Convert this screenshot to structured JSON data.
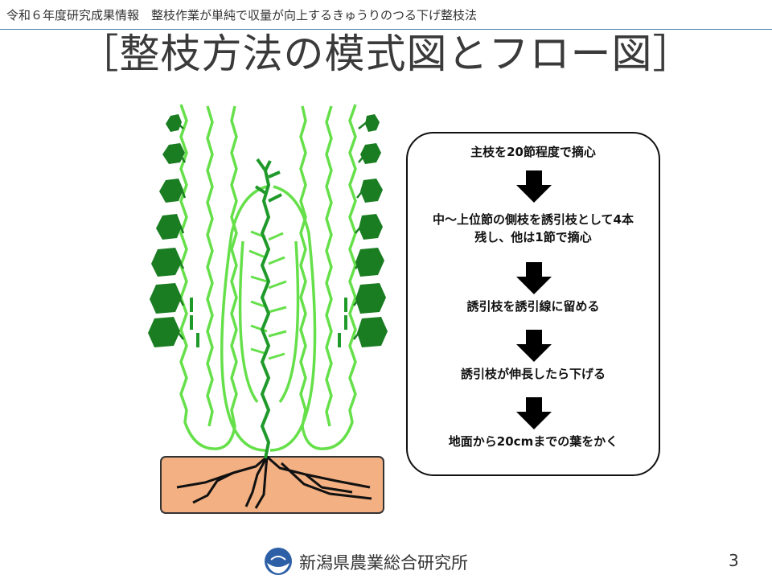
{
  "header": {
    "text": "令和６年度研究成果情報　整枝作業が単純で収量が向上するきゅうりのつる下げ整枝法"
  },
  "title": "［整枝方法の模式図とフロー図］",
  "flow": {
    "steps": [
      "主枝を20節程度で摘心",
      "中～上位節の側枝を誘引枝として4本",
      "残し、他は1節で摘心",
      "誘引枝を誘引線に留める",
      "誘引枝が伸長したら下げる",
      "地面から20cmまでの葉をかく"
    ]
  },
  "footer": {
    "org": "新潟県農業総合研究所",
    "page": "3"
  },
  "colors": {
    "light_vine": "#66e04a",
    "dark_vine": "#1f9a2a",
    "leaf": "#1a7d22",
    "soil": "#f2b083",
    "root": "#111111",
    "logo_blue": "#2d5fa6",
    "header_rule": "#5a87b8"
  }
}
